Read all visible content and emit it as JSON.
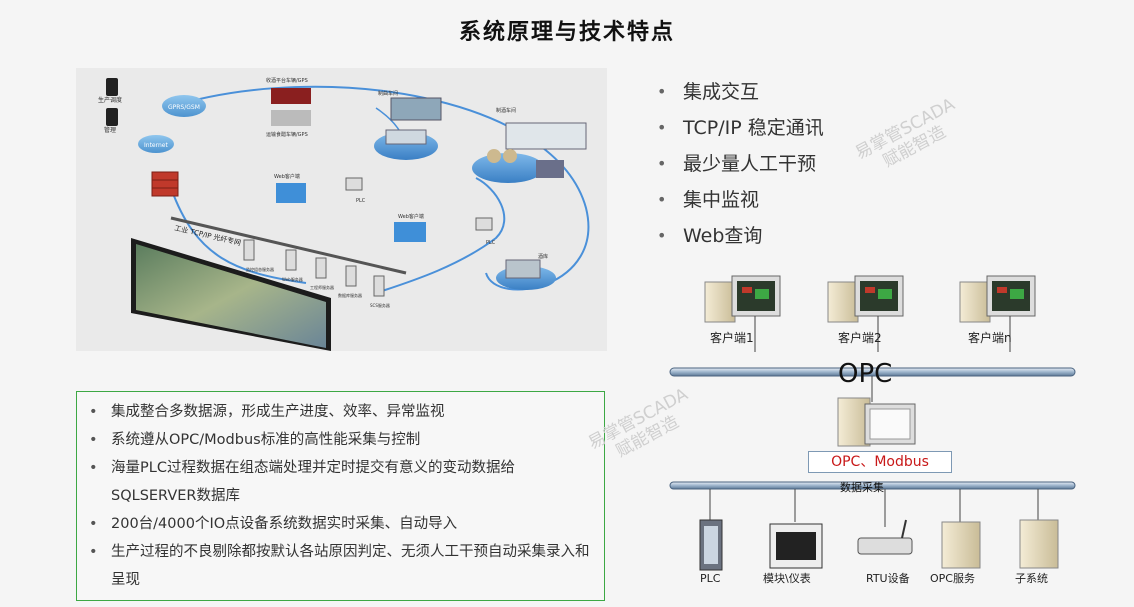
{
  "page": {
    "title": "系统原理与技术特点"
  },
  "left_diagram": {
    "labels": {
      "prod_dispatch": "生产调度",
      "manage": "管理",
      "gprs": "GPRS/GSM",
      "internet": "Internet",
      "vehicle_gps1": "收酒平台车辆/GPS",
      "vehicle_gps2": "运输食醋车辆/GPS",
      "qu_workshop": "制曲车间",
      "jiu_workshop": "制酒车间",
      "web_client1": "Web客户端",
      "web_client2": "Web客户端",
      "plc1": "PLC",
      "plc2": "PLC",
      "network": "工业 TCP/IP 光纤专网",
      "warehouse": "酒库",
      "server1": "监控组态服务器",
      "server2": "Web服务器",
      "server3": "工程师服务器",
      "server4": "数据库服务器",
      "server5": "SCS服务器"
    }
  },
  "features": {
    "items": [
      "集成交互",
      "TCP/IP  稳定通讯",
      "最少量人工干预",
      "集中监视",
      "Web查询"
    ]
  },
  "details": {
    "items": [
      "集成整合多数据源，形成生产进度、效率、异常监视",
      "系统遵从OPC/Modbus标准的高性能采集与控制",
      "海量PLC过程数据在组态端处理并定时提交有意义的变动数据给SQLSERVER数据库",
      "200台/4000个IO点设备系统数据实时采集、自动导入",
      "生产过程的不良剔除都按默认各站原因判定、无须人工干预自动采集录入和呈现"
    ]
  },
  "architecture": {
    "clients": [
      "客户端1",
      "客户端2",
      "客户端n"
    ],
    "bus_label": "OPC",
    "server_label": "OPC、Modbus",
    "acq_label": "数据采集",
    "devices": [
      "PLC",
      "模块\\仪表",
      "RTU设备",
      "OPC服务",
      "子系统"
    ]
  },
  "watermark": {
    "line1": "易掌管SCADA",
    "line2": "赋能智造"
  },
  "colors": {
    "accent_green": "#3da844",
    "link_blue": "#4a90d9",
    "highlight_red": "#c81818"
  }
}
